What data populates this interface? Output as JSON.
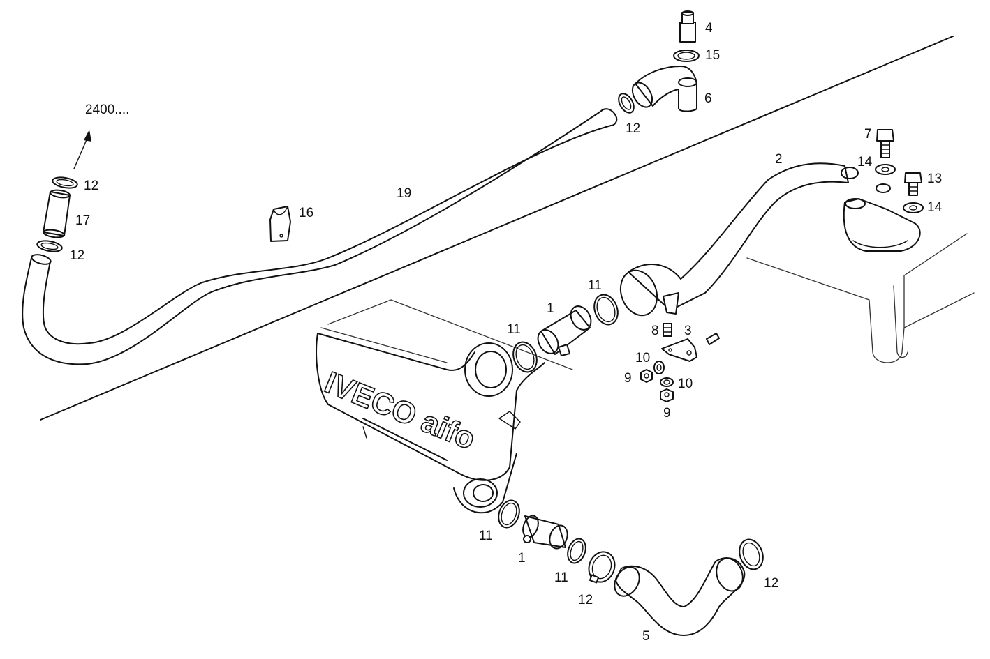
{
  "reference": "2400....",
  "brand_text": "IVECO aifo",
  "callouts": [
    {
      "id": "c4",
      "text": "4"
    },
    {
      "id": "c15",
      "text": "15"
    },
    {
      "id": "c6",
      "text": "6"
    },
    {
      "id": "c12_top",
      "text": "12"
    },
    {
      "id": "c7",
      "text": "7"
    },
    {
      "id": "c2",
      "text": "2"
    },
    {
      "id": "c14_top",
      "text": "14"
    },
    {
      "id": "c13",
      "text": "13"
    },
    {
      "id": "c14_bot",
      "text": "14"
    },
    {
      "id": "c12_left_top",
      "text": "12"
    },
    {
      "id": "c17",
      "text": "17"
    },
    {
      "id": "c12_left_bot",
      "text": "12"
    },
    {
      "id": "c19",
      "text": "19"
    },
    {
      "id": "c16",
      "text": "16"
    },
    {
      "id": "c11_a",
      "text": "11"
    },
    {
      "id": "c1_top",
      "text": "1"
    },
    {
      "id": "c11_b",
      "text": "11"
    },
    {
      "id": "c8",
      "text": "8"
    },
    {
      "id": "c3",
      "text": "3"
    },
    {
      "id": "c10_a",
      "text": "10"
    },
    {
      "id": "c9_a",
      "text": "9"
    },
    {
      "id": "c10_b",
      "text": "10"
    },
    {
      "id": "c9_b",
      "text": "9"
    },
    {
      "id": "c11_c",
      "text": "11"
    },
    {
      "id": "c1_bot",
      "text": "1"
    },
    {
      "id": "c11_d",
      "text": "11"
    },
    {
      "id": "c12_bot_a",
      "text": "12"
    },
    {
      "id": "c12_bot_b",
      "text": "12"
    },
    {
      "id": "c5",
      "text": "5"
    }
  ]
}
